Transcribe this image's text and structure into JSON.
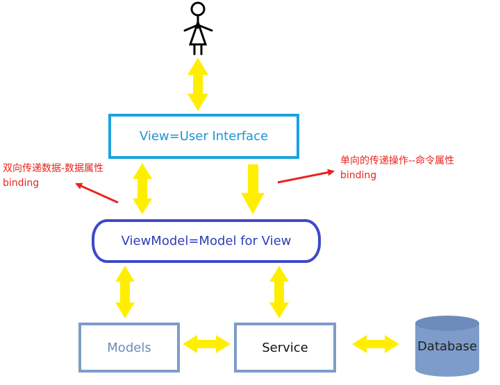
{
  "diagram": {
    "nodes": {
      "user": {
        "icon": "stick-figure-icon"
      },
      "view": {
        "label": "View=User Interface"
      },
      "viewmodel": {
        "label": "ViewModel=Model for View"
      },
      "models": {
        "label": "Models"
      },
      "service": {
        "label": "Service"
      },
      "database": {
        "label": "Database",
        "icon": "database-cylinder-icon"
      }
    },
    "annotations": {
      "two_way": {
        "line1": "双向传递数据-数据属性",
        "line2": "binding"
      },
      "one_way": {
        "line1": "单向的传递操作--命令属性",
        "line2": "binding"
      }
    },
    "edges": [
      {
        "from": "user",
        "to": "view",
        "direction": "both"
      },
      {
        "from": "view",
        "to": "viewmodel",
        "direction": "both"
      },
      {
        "from": "view",
        "to": "viewmodel",
        "direction": "forward"
      },
      {
        "from": "viewmodel",
        "to": "models",
        "direction": "both"
      },
      {
        "from": "viewmodel",
        "to": "service",
        "direction": "both"
      },
      {
        "from": "models",
        "to": "service",
        "direction": "both"
      },
      {
        "from": "service",
        "to": "database",
        "direction": "both"
      }
    ],
    "colors": {
      "arrow": "#ffee00",
      "view_border": "#1aa3dc",
      "viewmodel_border": "#3e49c9",
      "models_border": "#7d9cc9",
      "database_fill": "#7d9cc9",
      "annotation": "#e8241c"
    }
  }
}
